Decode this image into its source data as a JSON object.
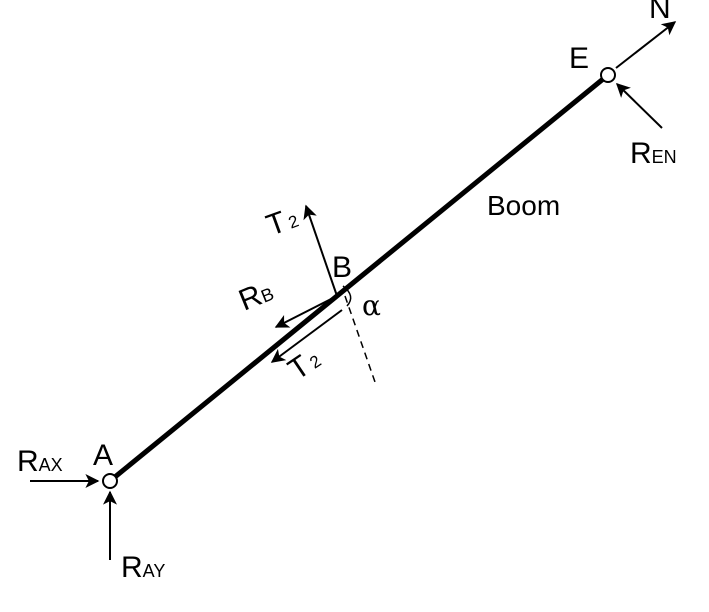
{
  "diagram": {
    "member_label": "Boom",
    "points": {
      "A": "A",
      "B": "B",
      "E": "E"
    },
    "forces": {
      "r_ax": {
        "main": "R",
        "sub": "AX"
      },
      "r_ay": {
        "main": "R",
        "sub": "AY"
      },
      "r_en": {
        "main": "R",
        "sub": "EN"
      },
      "r_b": {
        "main": "R",
        "sub": "B"
      },
      "t2_up": {
        "main": "T",
        "sub": "2"
      },
      "t2_down": {
        "main": "T",
        "sub": "2"
      },
      "n": "N"
    },
    "angle": "α",
    "colors": {
      "ink": "#000000",
      "background": "#ffffff"
    }
  }
}
